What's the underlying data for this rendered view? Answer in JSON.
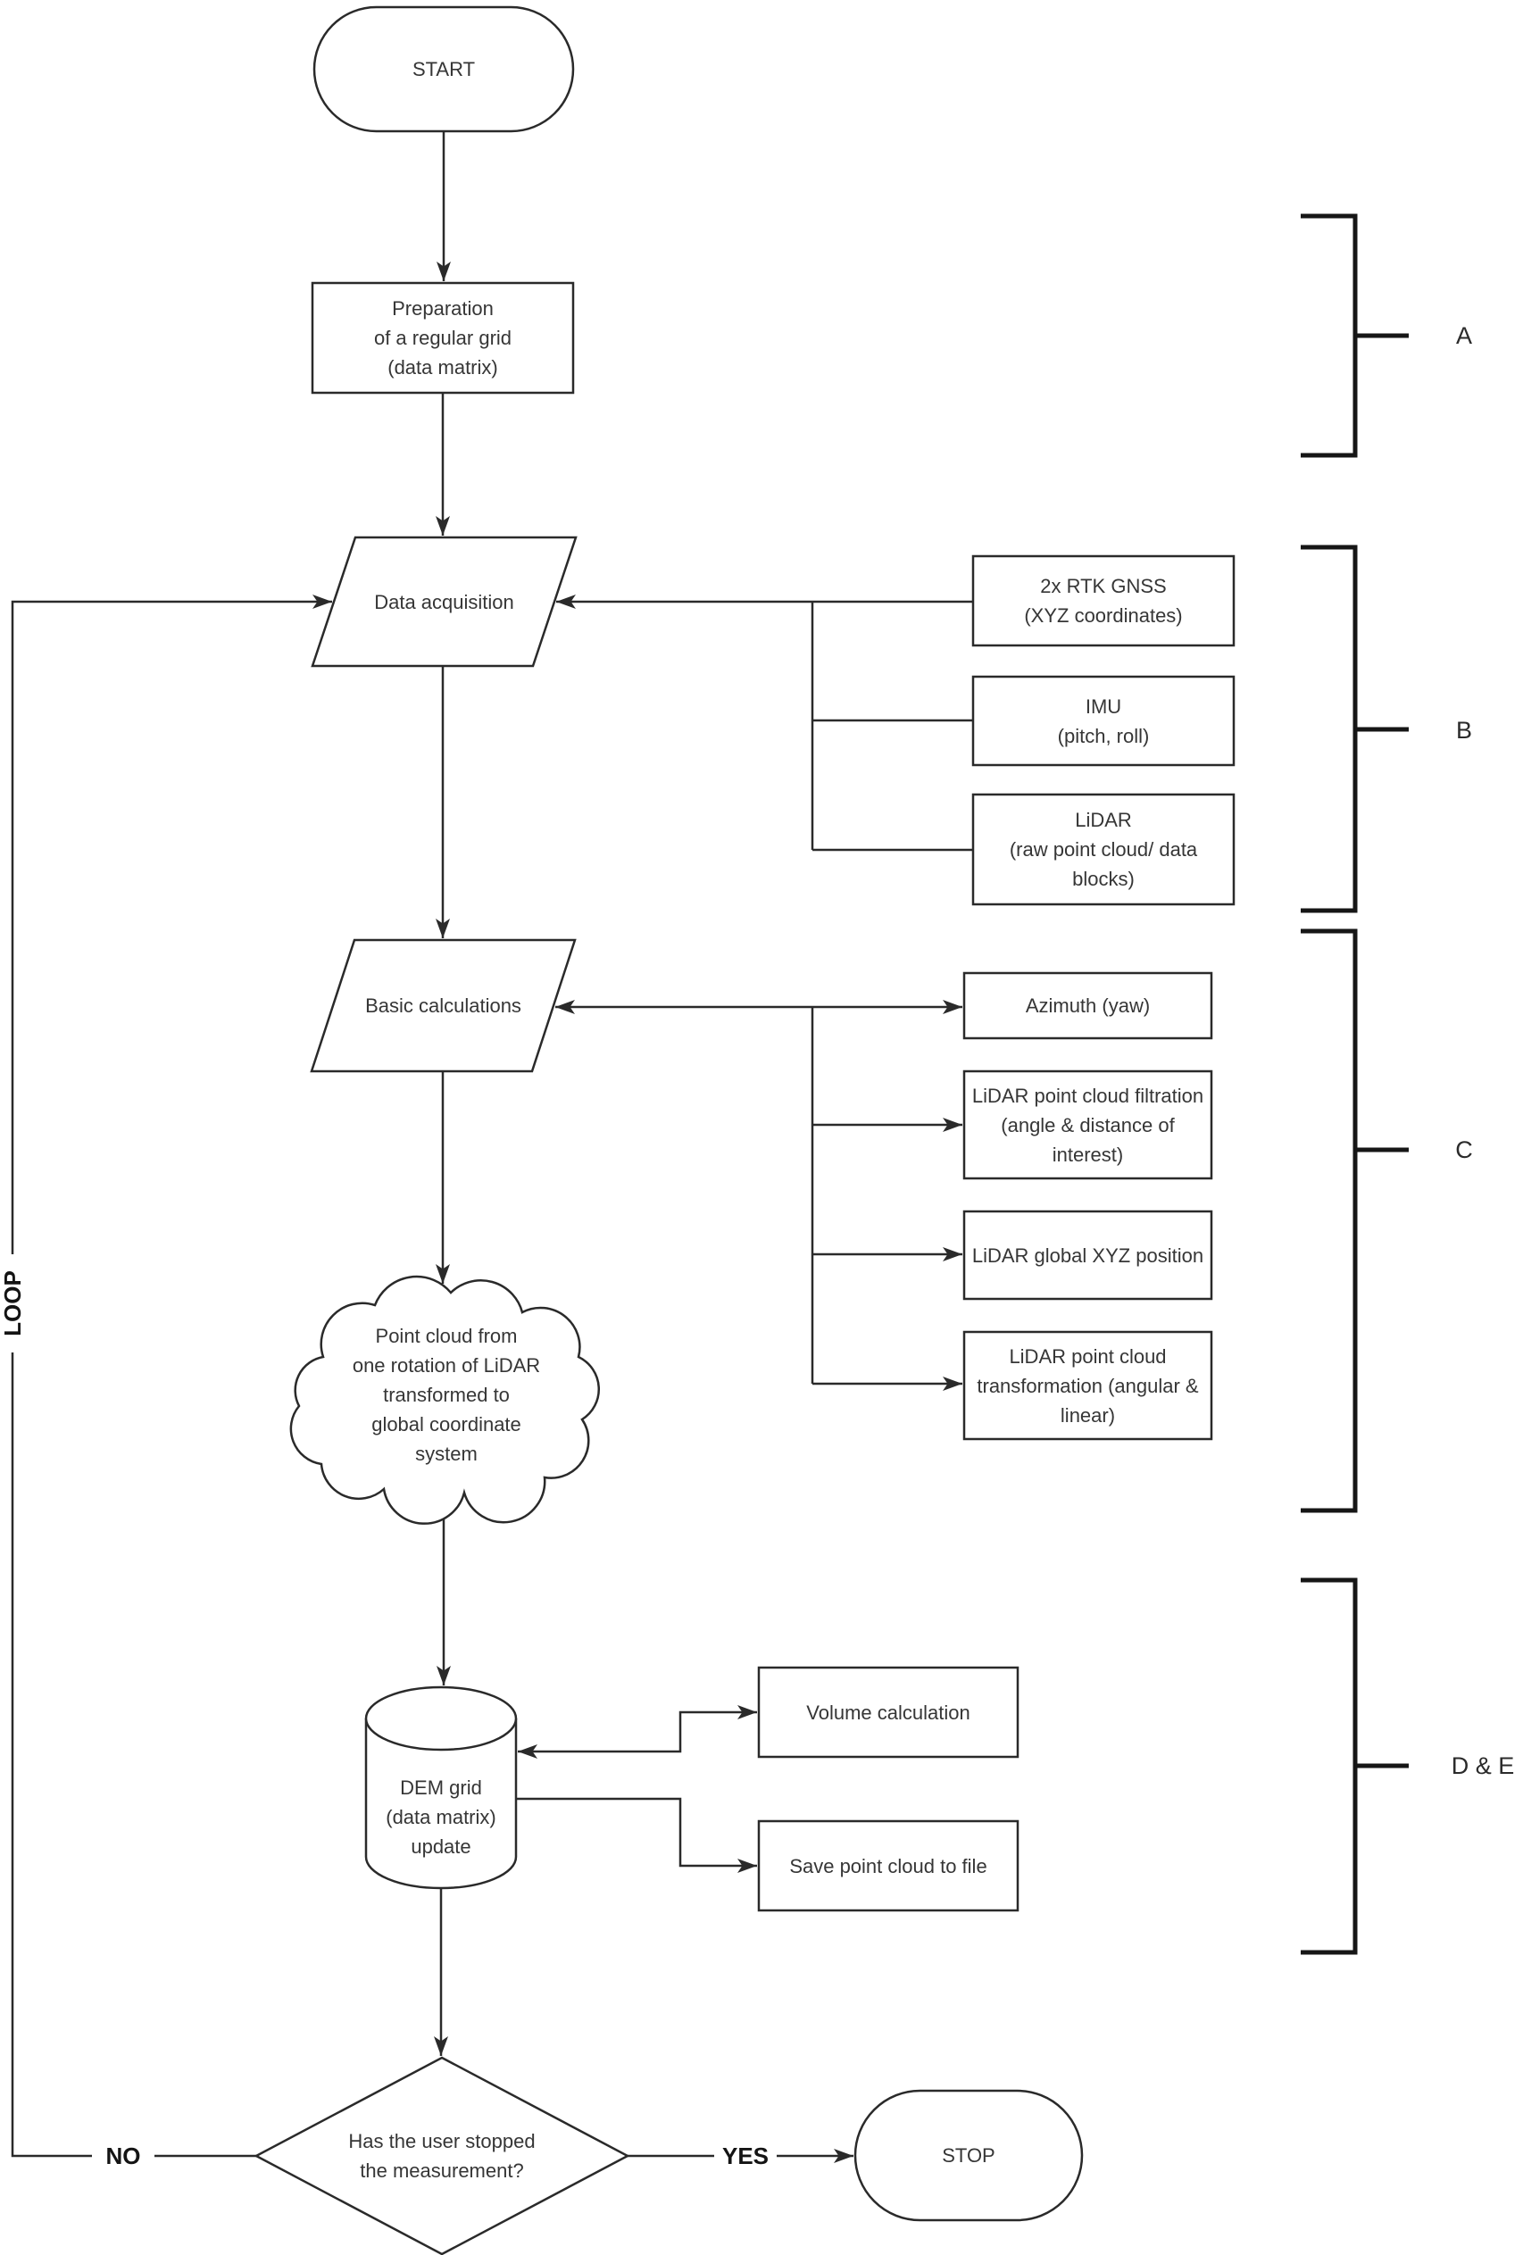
{
  "nodes": {
    "start": "START",
    "preparation": "Preparation\nof a regular grid\n(data matrix)",
    "data_acquisition": "Data acquisition",
    "rtk_gnss": "2x RTK GNSS\n(XYZ coordinates)",
    "imu": "IMU\n(pitch, roll)",
    "lidar": "LiDAR\n(raw point cloud/ data\nblocks)",
    "basic_calculations": "Basic calculations",
    "azimuth": "Azimuth (yaw)",
    "point_cloud_filtration": "LiDAR point cloud filtration\n(angle & distance of\ninterest)",
    "global_xyz_position": "LiDAR global XYZ position",
    "point_cloud_transformation": "LiDAR point cloud\ntransformation (angular &\nlinear)",
    "point_cloud_result": "Point cloud from\none rotation of LiDAR\ntransformed to\nglobal coordinate\nsystem",
    "dem_grid_update": "DEM grid\n(data matrix)\nupdate",
    "volume_calculation": "Volume calculation",
    "save_point_cloud": "Save point cloud to file",
    "decision": "Has the user stopped\nthe measurement?",
    "stop": "STOP"
  },
  "edge_labels": {
    "loop": "LOOP",
    "no": "NO",
    "yes": "YES"
  },
  "section_brackets": {
    "a": "A",
    "b": "B",
    "c": "C",
    "d_e": "D & E"
  },
  "colors": {
    "background": "#ffffff",
    "line": "#2a2a2a",
    "bracket": "#161616",
    "text": "#363636"
  }
}
